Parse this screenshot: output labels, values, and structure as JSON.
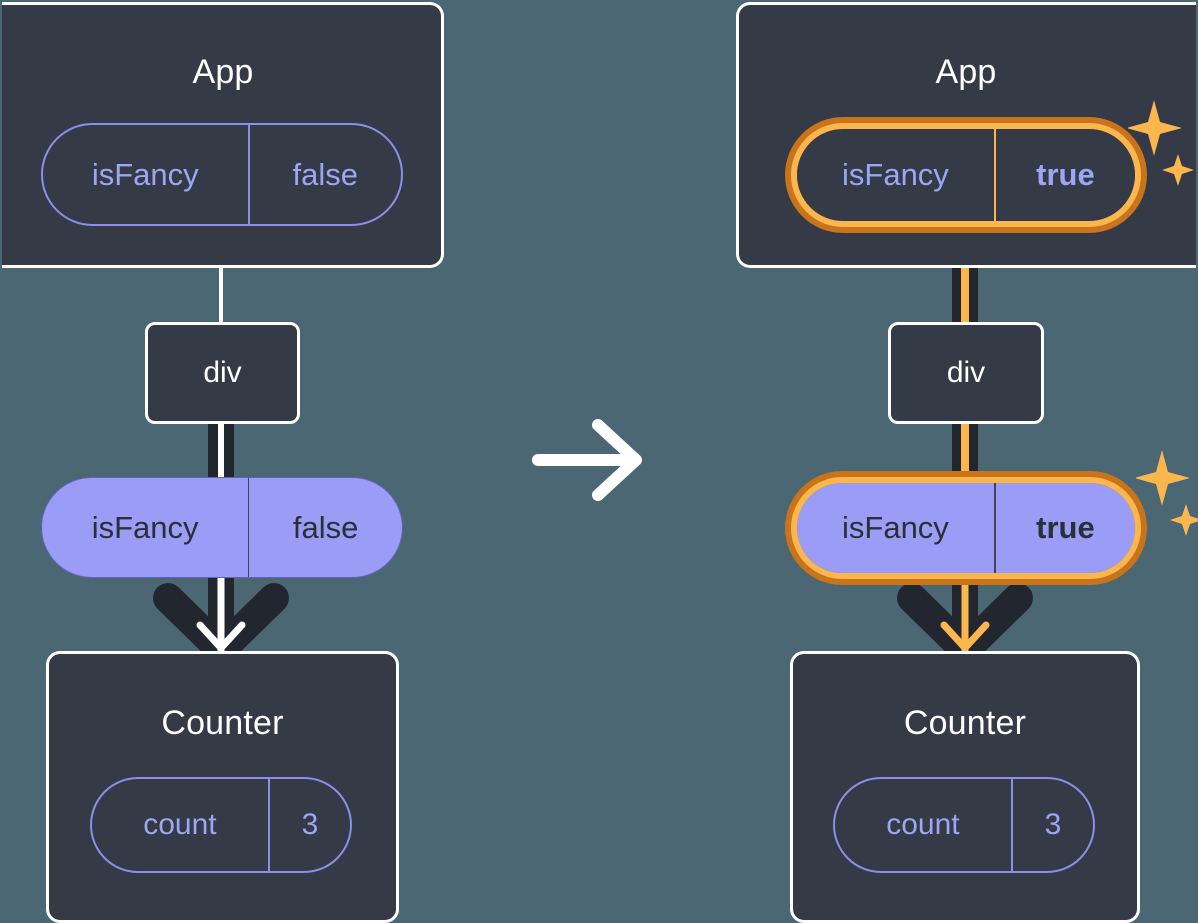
{
  "diagram": {
    "type": "react-component-tree-state-propagation",
    "background_color": "#4b6773",
    "box_color": "#343a46",
    "box_border_color": "#ffffff",
    "pill_outline_color": "#8b8fe8",
    "pill_solid_color": "#9a9cf5",
    "highlight_outer_color": "#c9731a",
    "highlight_inner_color": "#fbb64d",
    "edge_color": "#22262f",
    "transition_arrow_label": "arrow-right"
  },
  "panels": [
    {
      "id": "before",
      "app": {
        "title": "App",
        "state": {
          "name": "isFancy",
          "value": "false",
          "highlighted": false
        }
      },
      "div": {
        "label": "div"
      },
      "prop": {
        "name": "isFancy",
        "value": "false",
        "highlighted": false
      },
      "counter": {
        "title": "Counter",
        "state": {
          "name": "count",
          "value": "3",
          "highlighted": false
        }
      }
    },
    {
      "id": "after",
      "app": {
        "title": "App",
        "state": {
          "name": "isFancy",
          "value": "true",
          "highlighted": true
        }
      },
      "div": {
        "label": "div"
      },
      "prop": {
        "name": "isFancy",
        "value": "true",
        "highlighted": true
      },
      "counter": {
        "title": "Counter",
        "state": {
          "name": "count",
          "value": "3",
          "highlighted": false
        }
      }
    }
  ]
}
